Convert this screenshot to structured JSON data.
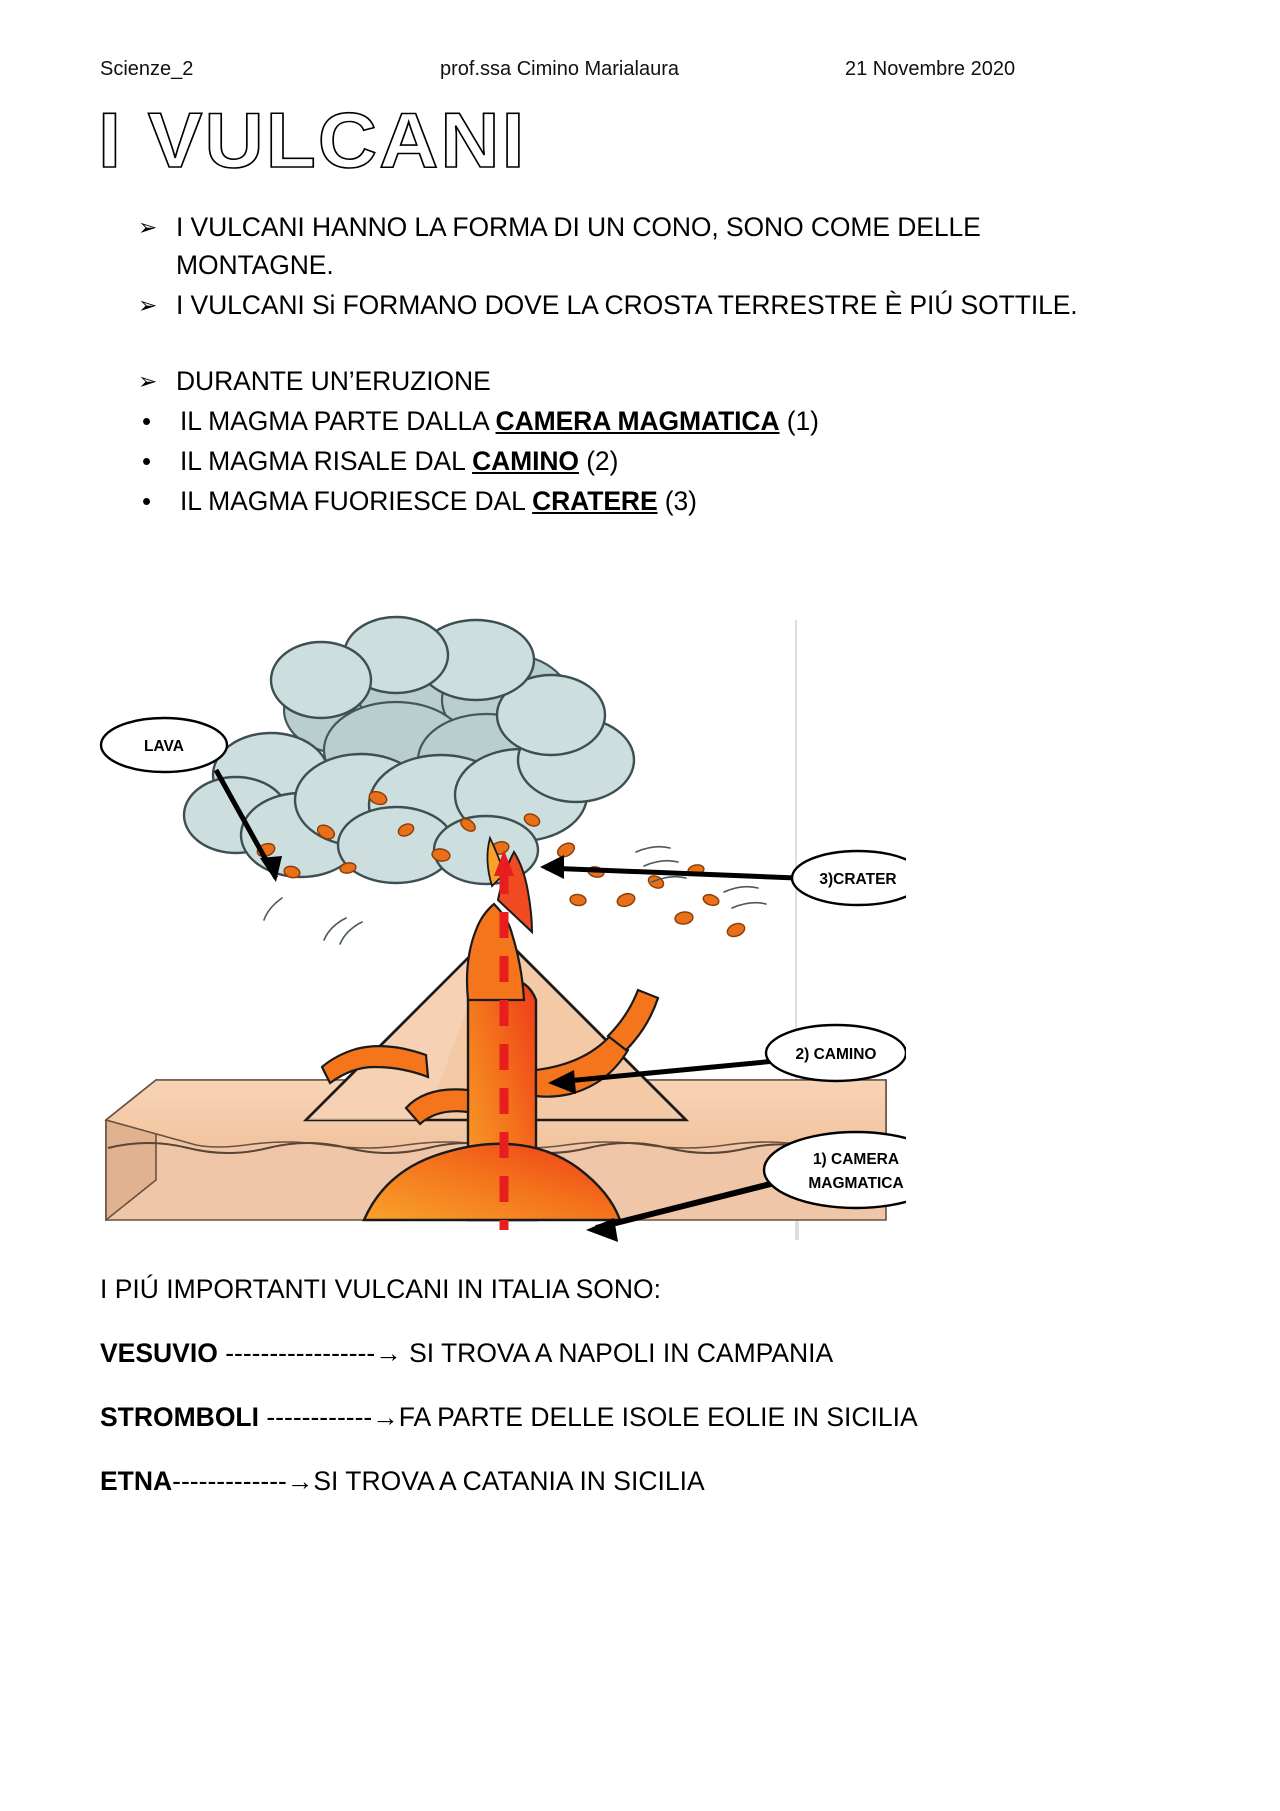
{
  "header": {
    "subject": "Scienze_2",
    "teacher": "prof.ssa Cimino Marialaura",
    "date": "21 Novembre 2020"
  },
  "title": "I VULCANI",
  "bullets": {
    "arrow_marker": "➢",
    "dot_marker": "•",
    "items": [
      {
        "marker": "arrow",
        "parts": [
          {
            "text": "I VULCANI HANNO LA FORMA DI UN CONO, SONO COME DELLE MONTAGNE.",
            "style": "normal"
          }
        ]
      },
      {
        "marker": "arrow",
        "parts": [
          {
            "text": "I VULCANI Si FORMANO DOVE LA CROSTA TERRESTRE È PIÚ SOTTILE.",
            "style": "normal"
          }
        ]
      },
      {
        "marker": "arrow",
        "parts": [
          {
            "text": "DURANTE UN’ERUZIONE",
            "style": "normal"
          }
        ]
      },
      {
        "marker": "dot",
        "parts": [
          {
            "text": "IL MAGMA PARTE DALLA ",
            "style": "normal"
          },
          {
            "text": "CAMERA MAGMATICA",
            "style": "bold-underline"
          },
          {
            "text": " (1)",
            "style": "normal"
          }
        ]
      },
      {
        "marker": "dot",
        "parts": [
          {
            "text": "IL MAGMA RISALE DAL ",
            "style": "normal"
          },
          {
            "text": "CAMINO",
            "style": "bold-underline"
          },
          {
            "text": " (2)",
            "style": "normal"
          }
        ]
      },
      {
        "marker": "dot",
        "parts": [
          {
            "text": "IL MAGMA FUORIESCE DAL ",
            "style": "normal"
          },
          {
            "text": "CRATERE",
            "style": "bold-underline"
          },
          {
            "text": " (3)",
            "style": "normal"
          }
        ]
      }
    ]
  },
  "diagram": {
    "alt": "volcano-cross-section",
    "callouts": [
      {
        "id": "lava",
        "label": "LAVA"
      },
      {
        "id": "crater",
        "label": "3)CRATER"
      },
      {
        "id": "camino",
        "label": "2) CAMINO"
      },
      {
        "id": "camera",
        "label_line1": "1) CAMERA",
        "label_line2": "MAGMATICA"
      }
    ],
    "colors": {
      "cloud_fill": "#cddede",
      "cloud_fill_dark": "#b7cccc",
      "cloud_outline": "#3a4a4a",
      "rock_upper": "#f6cfae",
      "rock_lower": "#f0c6a8",
      "rock_side": "#e0b290",
      "magma_orange": "#f4751c",
      "magma_red": "#ef4a22",
      "magma_yellow": "#f9a22a",
      "dash_red": "#e81d1d",
      "outline": "#1a1a1a",
      "ejecta": "#e8701a"
    }
  },
  "footer": {
    "intro": "I PIÚ IMPORTANTI VULCANI IN ITALIA SONO:",
    "entries": [
      {
        "name": "VESUVIO",
        "connector": " -----------------→ ",
        "description": "SI TROVA A NAPOLI IN CAMPANIA"
      },
      {
        "name": "STROMBOLI",
        "connector": " ------------→",
        "description": "FA PARTE DELLE ISOLE EOLIE IN SICILIA"
      },
      {
        "name": "ETNA",
        "connector": "-------------→",
        "description": "SI TROVA A CATANIA IN SICILIA"
      }
    ]
  }
}
